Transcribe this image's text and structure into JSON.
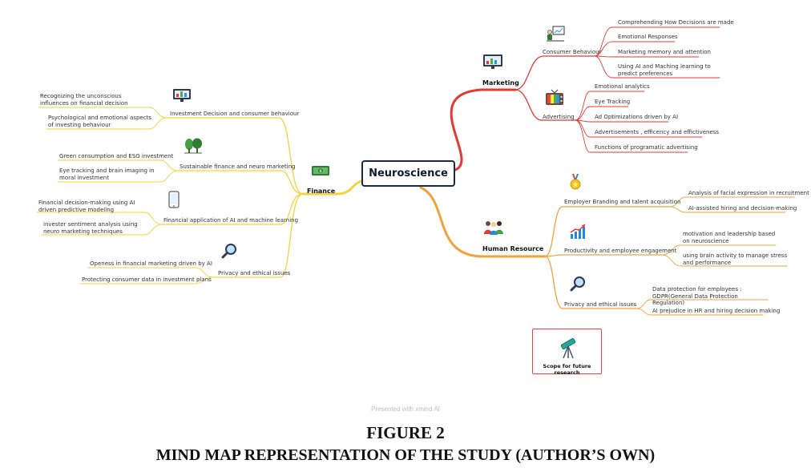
{
  "root": "Neuroscience",
  "marketing": {
    "label": "Marketing",
    "consumer": {
      "label": "Consumer Behaviour",
      "items": [
        "Comprehending How Decisions are made",
        "Emotional Responses",
        "Marketing memory and attention",
        "Using AI and Maching learning to predict preferences"
      ]
    },
    "advertising": {
      "label": "Advertising",
      "items": [
        "Emotional analytics",
        "Eye Tracking",
        "Ad Optimizations driven by AI",
        "Advertisements , efficency and effictiveness",
        "Functions of programatic advertising"
      ]
    }
  },
  "hr": {
    "label": "Human Resource",
    "branding": {
      "label": "Employer Branding and talent acquisition",
      "items": [
        "Analysis of facial expression in recruitment",
        "AI-assisted hiring and decision-making"
      ]
    },
    "productivity": {
      "label": "Productivity and employee engagement",
      "items": [
        "motivation and leadership based on neuroscience",
        "using brain activity to manage stress and performance"
      ]
    },
    "privacy": {
      "label": "Privacy and ethical issues",
      "items": [
        "Data protection for employees : GDPR(General Data Protection Regulation)",
        "AI prejudice in HR and hiring decision making"
      ]
    }
  },
  "finance": {
    "label": "Finance",
    "investment": {
      "label": "Investment Decision and consumer behaviour",
      "items": [
        "Recognizing the unconscious influences on financial decision",
        "Psychological and emotional aspects of investing behaviour"
      ]
    },
    "sustainable": {
      "label": "Sustainable finance and neuro marketing",
      "items": [
        "Green consumption and ESG investment",
        "Eye tracking and brain imaging in moral investment"
      ]
    },
    "application": {
      "label": "Financial application of AI and machine learning",
      "items": [
        "Financial decision-making using AI driven predictive modeling",
        "invester sentiment analysis using neuro marketing techniques"
      ]
    },
    "privacy": {
      "label": "Privacy and ethical issues",
      "items": [
        "Openess in financial marketing driven by AI",
        "Protecting consumer data in investment plans"
      ]
    }
  },
  "scope": "Scope for future research",
  "watermark": "Presented with xmind AI",
  "caption": {
    "line1": "FIGURE 2",
    "line2": "MIND MAP REPRESENTATION OF THE STUDY (AUTHOR’S OWN)"
  },
  "colors": {
    "marketing": "#e53935",
    "hr": "#f2a23b",
    "finance": "#f2d43b",
    "root_border": "#1a2a44"
  },
  "icons": [
    "monitor-chart-icon",
    "presentation-icon",
    "tv-icon",
    "award-medal-icon",
    "people-icon",
    "growth-chart-icon",
    "magnifier-icon",
    "money-bill-icon",
    "telescope-icon",
    "trees-icon",
    "smartphone-icon"
  ]
}
